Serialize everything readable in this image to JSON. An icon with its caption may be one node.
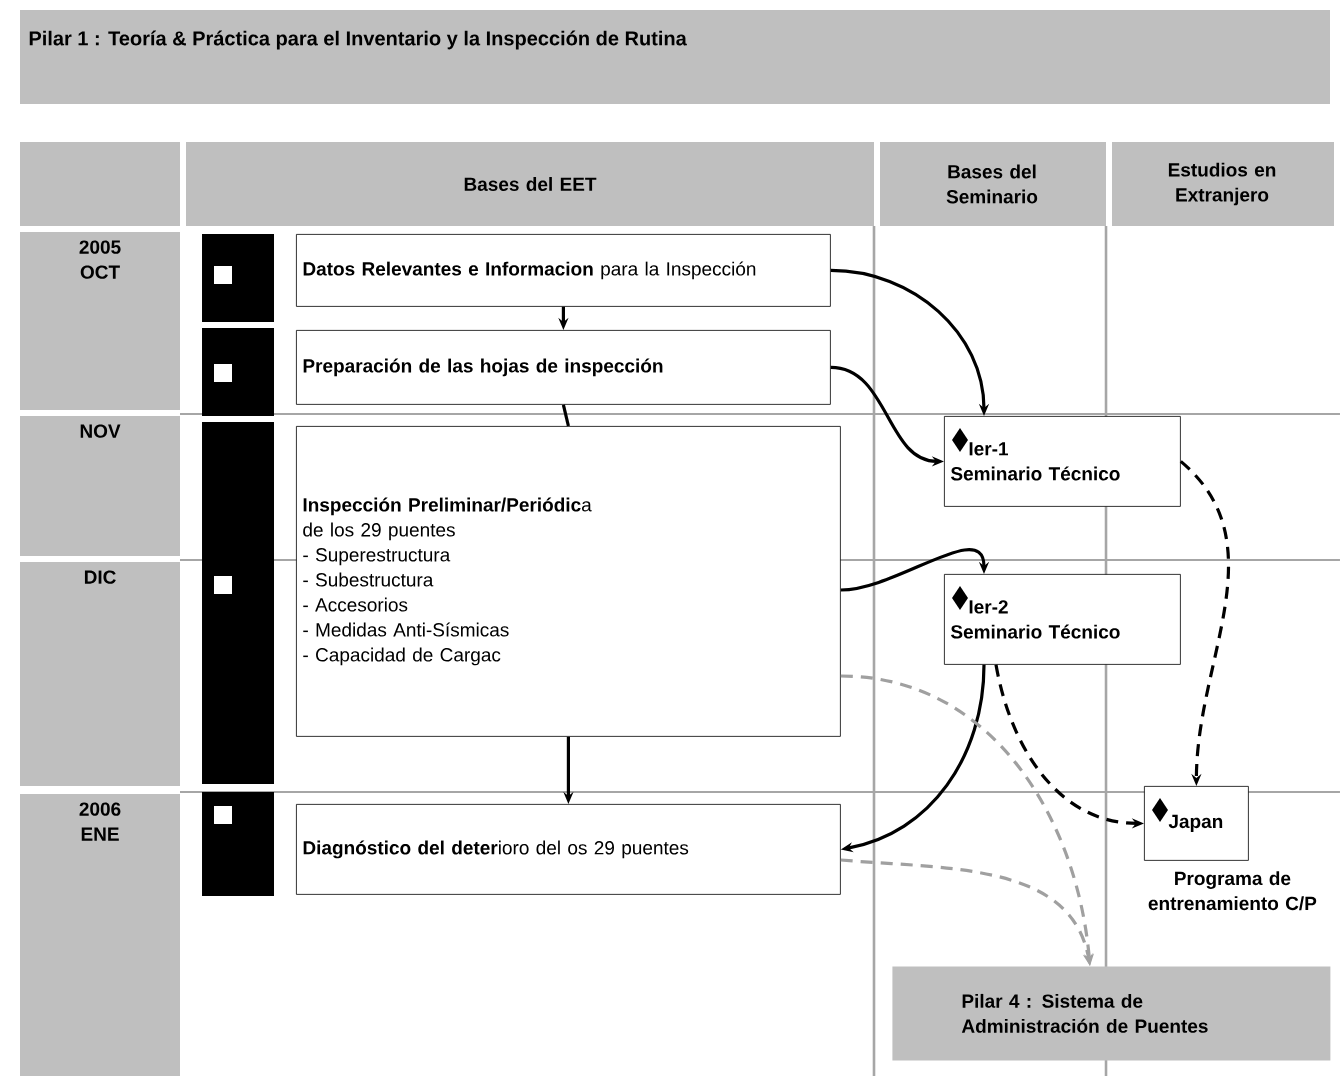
{
  "diagram": {
    "title": "Pilar 1 : Teoría & Práctica para el Inventario y la Inspección de Rutina",
    "nodes": [
      {
        "text": [
          "**Datos Relevantes e Informacion** para la Inspección"
        ]
      },
      {
        "text": [
          "Preparación de las hojas de inspección"
        ]
      },
      {
        "text": [
          "**Inspección Preliminar/Periódic**a",
          "de los 29 puentes",
          "- Superestructura",
          "- Subestructura",
          "- Accesorios",
          "- Medidas Anti-Sísmicas",
          "- Capacidad de Cargac"
        ]
      },
      {
        "text": [
          "**Diagnóstico del deter**ioro del os 29 puentes"
        ]
      },
      {
        "text": [
          "Ier-1",
          "Seminario Técnico"
        ]
      },
      {
        "text": [
          "Ier-2",
          "Seminario Técnico"
        ]
      },
      {
        "text": [
          "Japan"
        ],
        "beside": [
          "Programa de entrenamiento C/P"
        ]
      },
      {
        "text": [
          "Pilar 4 : Sistema de Administración de Puentes"
        ]
      }
    ],
    "edges": [
      {
        "from": 0,
        "to": 1,
        "arrow": "to"
      },
      {
        "from": 1,
        "to": 2,
        "arrow": "none"
      },
      {
        "from": 2,
        "to": 3,
        "arrow": "to"
      },
      {
        "from": 0,
        "to": 4,
        "arrow": "to"
      },
      {
        "from": 1,
        "to": 4,
        "arrow": "to"
      },
      {
        "from": 2,
        "to": 5,
        "arrow": "to"
      },
      {
        "from": 5,
        "to": 3,
        "arrow": "to"
      },
      {
        "from": 4,
        "to": 6,
        "arrow": "to",
        "style": "dashed"
      },
      {
        "from": 5,
        "to": 6,
        "arrow": "to",
        "style": "dashed"
      },
      {
        "from": 2,
        "to": 7,
        "arrow": "to",
        "style": "dashed",
        "color": "#a0a0a0"
      },
      {
        "from": 3,
        "to": 7,
        "arrow": "to",
        "style": "dashed",
        "color": "#a0a0a0"
      }
    ],
    "labels": [
      "Bases del EET",
      "Bases del Seminario",
      "Estudios en Extranjero",
      "2005 OCT",
      "NOV",
      "DIC",
      "2006 ENE"
    ]
  }
}
